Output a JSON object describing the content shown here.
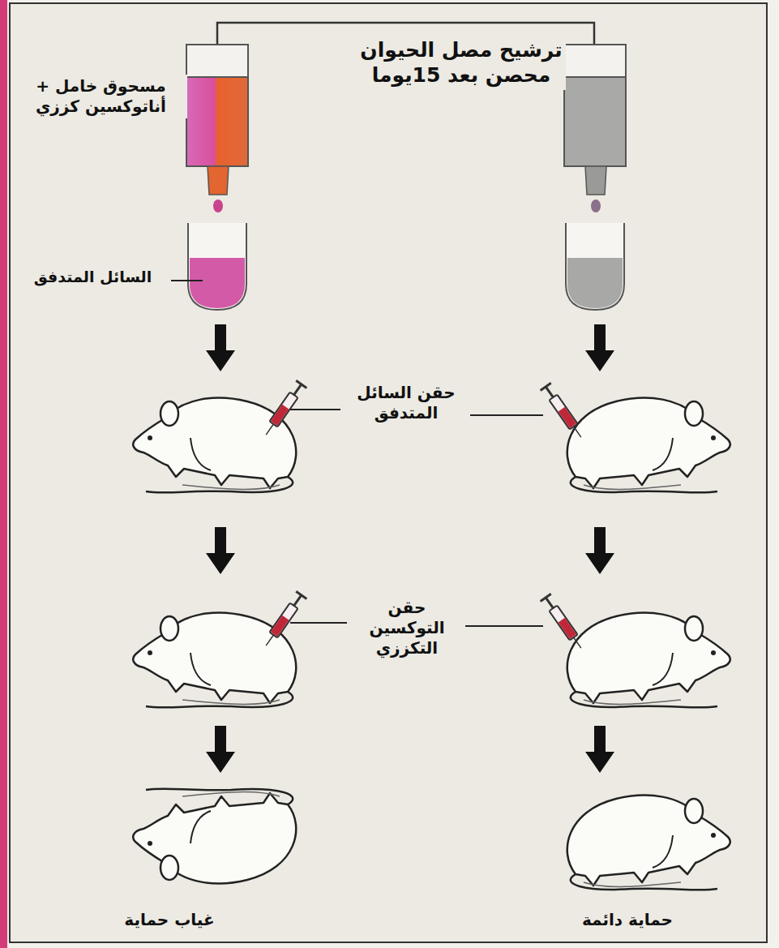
{
  "diagram": {
    "labels": [
      "ترشيح مصل الحيوان محصن بعد 15يوما",
      "مسحوق خامل + أناتوكسين كززي",
      "السائل المتدفق",
      "حقن السائل المتدفق",
      "حقن التوكسين التكززي",
      "غياب حماية",
      "حماية دائمة"
    ]
  }
}
